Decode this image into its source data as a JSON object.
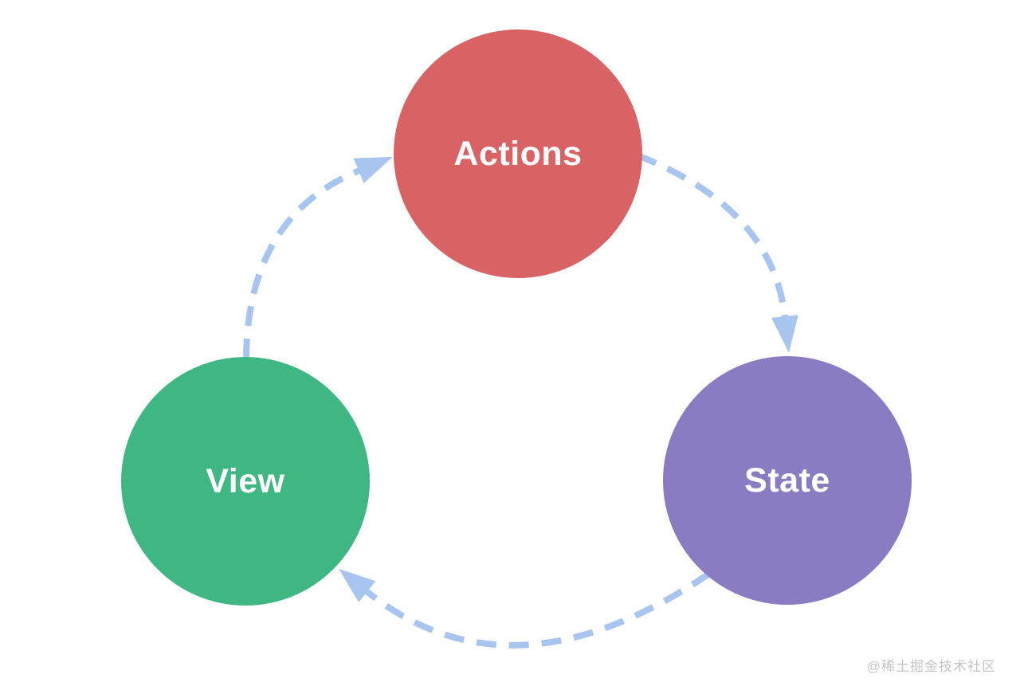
{
  "diagram": {
    "type": "cycle-flow-diagram",
    "background": "#ffffff",
    "nodes": [
      {
        "id": "actions",
        "label": "Actions",
        "color": "#d96364",
        "text_color": "#ffffff"
      },
      {
        "id": "state",
        "label": "State",
        "color": "#8a7cc3",
        "text_color": "#ffffff"
      },
      {
        "id": "view",
        "label": "View",
        "color": "#3fb782",
        "text_color": "#ffffff"
      }
    ],
    "arrows": {
      "style": "dashed",
      "color": "#a8c5f0",
      "connections": [
        {
          "from": "Actions",
          "to": "State"
        },
        {
          "from": "State",
          "to": "View"
        },
        {
          "from": "View",
          "to": "Actions"
        }
      ]
    }
  },
  "watermark": {
    "text": "@稀土掘金技术社区",
    "color": "#c5c5c5"
  }
}
